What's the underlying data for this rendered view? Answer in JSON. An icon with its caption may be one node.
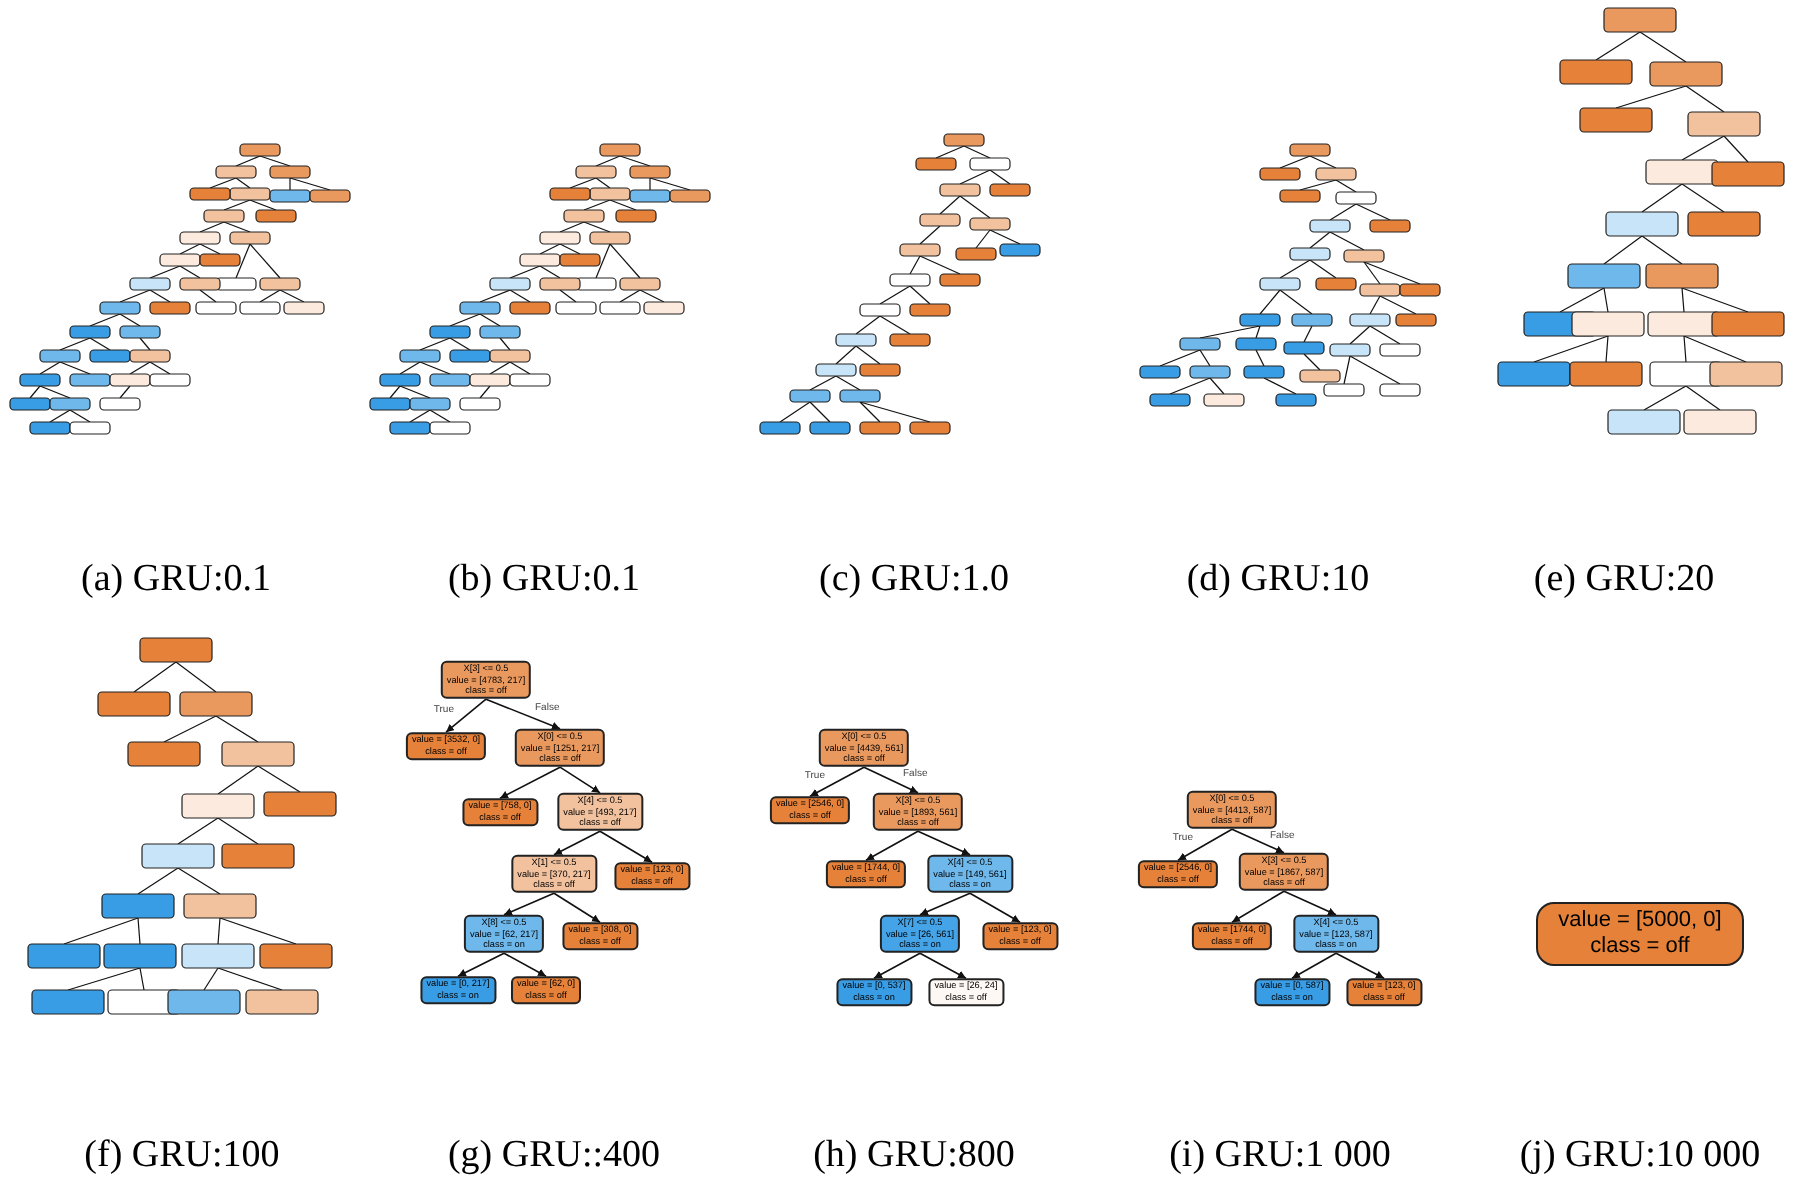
{
  "diagram": {
    "nodes": [
      {
        "text": [
          "X[3] <= 0.5",
          "value = [4783, 217]",
          "class = off"
        ]
      },
      {
        "text": [
          "value = [3532, 0]",
          "class = off"
        ]
      },
      {
        "text": [
          "X[0] <= 0.5",
          "value = [1251, 217]",
          "class = off"
        ]
      },
      {
        "text": [
          "value = [758, 0]",
          "class = off"
        ]
      },
      {
        "text": [
          "X[4] <= 0.5",
          "value = [493, 217]",
          "class = off"
        ]
      },
      {
        "text": [
          "X[1] <= 0.5",
          "value = [370, 217]",
          "class = off"
        ]
      },
      {
        "text": [
          "value = [123, 0]",
          "class = off"
        ]
      },
      {
        "text": [
          "X[8] <= 0.5",
          "value = [62, 217]",
          "class = on"
        ]
      },
      {
        "text": [
          "value = [308, 0]",
          "class = off"
        ]
      },
      {
        "text": [
          "value = [0, 217]",
          "class = on"
        ]
      },
      {
        "text": [
          "value = [62, 0]",
          "class = off"
        ]
      },
      {
        "text": [
          "X[0] <= 0.5",
          "value = [4439, 561]",
          "class = off"
        ]
      },
      {
        "text": [
          "value = [2546, 0]",
          "class = off"
        ]
      },
      {
        "text": [
          "X[3] <= 0.5",
          "value = [1893, 561]",
          "class = off"
        ]
      },
      {
        "text": [
          "value = [1744, 0]",
          "class = off"
        ]
      },
      {
        "text": [
          "X[4] <= 0.5",
          "value = [149, 561]",
          "class = on"
        ]
      },
      {
        "text": [
          "X[7] <= 0.5",
          "value = [26, 561]",
          "class = on"
        ]
      },
      {
        "text": [
          "value = [123, 0]",
          "class = off"
        ]
      },
      {
        "text": [
          "value = [0, 537]",
          "class = on"
        ]
      },
      {
        "text": [
          "value = [26, 24]",
          "class = off"
        ]
      },
      {
        "text": [
          "X[0] <= 0.5",
          "value = [4413, 587]",
          "class = off"
        ]
      },
      {
        "text": [
          "value = [2546, 0]",
          "class = off"
        ]
      },
      {
        "text": [
          "X[3] <= 0.5",
          "value = [1867, 587]",
          "class = off"
        ]
      },
      {
        "text": [
          "value = [1744, 0]",
          "class = off"
        ]
      },
      {
        "text": [
          "X[4] <= 0.5",
          "value = [123, 587]",
          "class = on"
        ]
      },
      {
        "text": [
          "value = [0, 587]",
          "class = on"
        ]
      },
      {
        "text": [
          "value = [123, 0]",
          "class = off"
        ]
      },
      {
        "text": [
          "value = [5000, 0]",
          "class = off"
        ]
      }
    ],
    "edges": [
      {
        "from": 0,
        "to": 1,
        "arrow": "to",
        "label": "True"
      },
      {
        "from": 0,
        "to": 2,
        "arrow": "to",
        "label": "False"
      },
      {
        "from": 2,
        "to": 3,
        "arrow": "to"
      },
      {
        "from": 2,
        "to": 4,
        "arrow": "to"
      },
      {
        "from": 4,
        "to": 5,
        "arrow": "to"
      },
      {
        "from": 4,
        "to": 6,
        "arrow": "to"
      },
      {
        "from": 5,
        "to": 7,
        "arrow": "to"
      },
      {
        "from": 5,
        "to": 8,
        "arrow": "to"
      },
      {
        "from": 7,
        "to": 9,
        "arrow": "to"
      },
      {
        "from": 7,
        "to": 10,
        "arrow": "to"
      },
      {
        "from": 11,
        "to": 12,
        "arrow": "to",
        "label": "True"
      },
      {
        "from": 11,
        "to": 13,
        "arrow": "to",
        "label": "False"
      },
      {
        "from": 13,
        "to": 14,
        "arrow": "to"
      },
      {
        "from": 13,
        "to": 15,
        "arrow": "to"
      },
      {
        "from": 15,
        "to": 16,
        "arrow": "to"
      },
      {
        "from": 15,
        "to": 17,
        "arrow": "to"
      },
      {
        "from": 16,
        "to": 18,
        "arrow": "to"
      },
      {
        "from": 16,
        "to": 19,
        "arrow": "to"
      },
      {
        "from": 20,
        "to": 21,
        "arrow": "to",
        "label": "True"
      },
      {
        "from": 20,
        "to": 22,
        "arrow": "to",
        "label": "False"
      },
      {
        "from": 22,
        "to": 23,
        "arrow": "to"
      },
      {
        "from": 22,
        "to": 24,
        "arrow": "to"
      },
      {
        "from": 24,
        "to": 25,
        "arrow": "to"
      },
      {
        "from": 24,
        "to": 26,
        "arrow": "to"
      }
    ],
    "labels": [
      "(a) GRU:0.1",
      "(b) GRU:0.1",
      "(c) GRU:1.0",
      "(d) GRU:10",
      "(e) GRU:20",
      "(f) GRU:100",
      "(g) GRU::400",
      "(h) GRU:800",
      "(i) GRU:1 000",
      "(j) GRU:10 000"
    ]
  }
}
